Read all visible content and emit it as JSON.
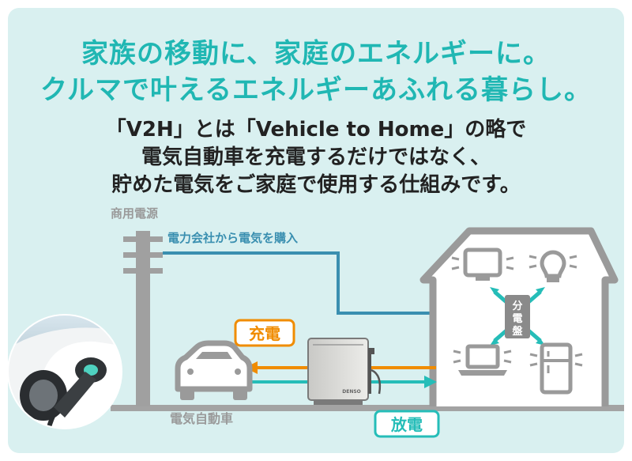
{
  "headline": {
    "line1": "家族の移動に、家庭のエネルギーに。",
    "line2": "クルマで叶えるエネルギーあふれる暮らし。"
  },
  "description": {
    "line1": "「V2H」とは「Vehicle to Home」の略で",
    "line2": "電気自動車を充電するだけではなく、",
    "line3": "貯めた電気をご家庭で使用する仕組みです。"
  },
  "diagram": {
    "utility_label": "商用電源",
    "purchase_label": "電力会社から電気を購入",
    "charge_label": "充電",
    "discharge_label": "放電",
    "ev_label": "電気自動車",
    "panel_label": [
      "分",
      "電",
      "盤"
    ],
    "device_brand": "DENSO"
  },
  "colors": {
    "headline": "#20b7b3",
    "purchase_line": "#3a8fb0",
    "charge": "#f08c00",
    "discharge": "#25bdb8",
    "outline": "#9a9a9a",
    "panel_box": "#8a8a8a"
  }
}
